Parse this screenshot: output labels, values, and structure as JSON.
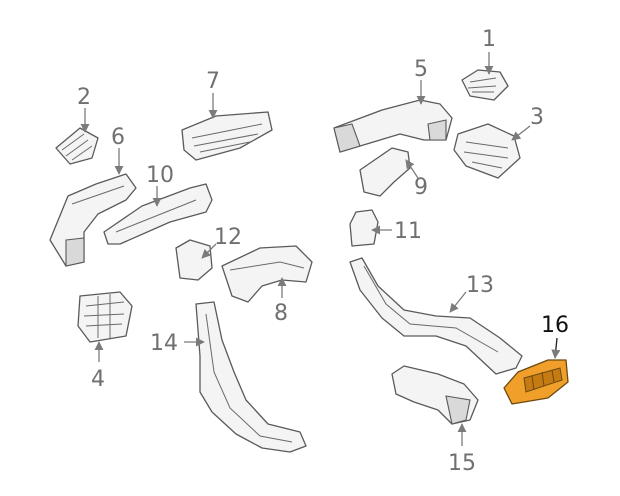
{
  "diagram": {
    "highlight_color": "#f0a02a",
    "line_color": "#5a5a5a",
    "callouts": [
      {
        "id": "1",
        "label": "1"
      },
      {
        "id": "2",
        "label": "2"
      },
      {
        "id": "3",
        "label": "3"
      },
      {
        "id": "4",
        "label": "4"
      },
      {
        "id": "5",
        "label": "5"
      },
      {
        "id": "6",
        "label": "6"
      },
      {
        "id": "7",
        "label": "7"
      },
      {
        "id": "8",
        "label": "8"
      },
      {
        "id": "9",
        "label": "9"
      },
      {
        "id": "10",
        "label": "10"
      },
      {
        "id": "11",
        "label": "11"
      },
      {
        "id": "12",
        "label": "12"
      },
      {
        "id": "13",
        "label": "13"
      },
      {
        "id": "14",
        "label": "14"
      },
      {
        "id": "15",
        "label": "15"
      },
      {
        "id": "16",
        "label": "16",
        "highlighted": true
      }
    ]
  }
}
